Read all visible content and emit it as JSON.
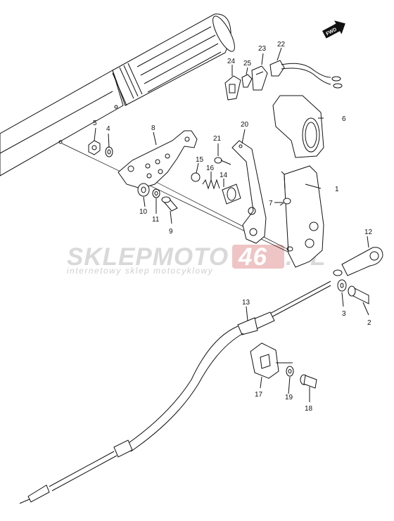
{
  "watermark": {
    "brand_left": "SKLEPMOTO",
    "brand_right": "46",
    "brand_suffix": ".PL",
    "tagline": "internetowy sklep motocyklowy",
    "accent_color": "#e8a0a0",
    "gray_color": "#d9d9d9"
  },
  "direction_badge": {
    "text": "FWD"
  },
  "callouts": [
    {
      "id": "1",
      "label": "1"
    },
    {
      "id": "2",
      "label": "2"
    },
    {
      "id": "3",
      "label": "3"
    },
    {
      "id": "4",
      "label": "4"
    },
    {
      "id": "5",
      "label": "5"
    },
    {
      "id": "6",
      "label": "6"
    },
    {
      "id": "7",
      "label": "7"
    },
    {
      "id": "8",
      "label": "8"
    },
    {
      "id": "9",
      "label": "9"
    },
    {
      "id": "10",
      "label": "10"
    },
    {
      "id": "11",
      "label": "11"
    },
    {
      "id": "12",
      "label": "12"
    },
    {
      "id": "13",
      "label": "13"
    },
    {
      "id": "14",
      "label": "14"
    },
    {
      "id": "15",
      "label": "15"
    },
    {
      "id": "16",
      "label": "16"
    },
    {
      "id": "17",
      "label": "17"
    },
    {
      "id": "18",
      "label": "18"
    },
    {
      "id": "19",
      "label": "19"
    },
    {
      "id": "20",
      "label": "20"
    },
    {
      "id": "21",
      "label": "21"
    },
    {
      "id": "22",
      "label": "22"
    },
    {
      "id": "23",
      "label": "23"
    },
    {
      "id": "24",
      "label": "24"
    },
    {
      "id": "25",
      "label": "25"
    }
  ]
}
